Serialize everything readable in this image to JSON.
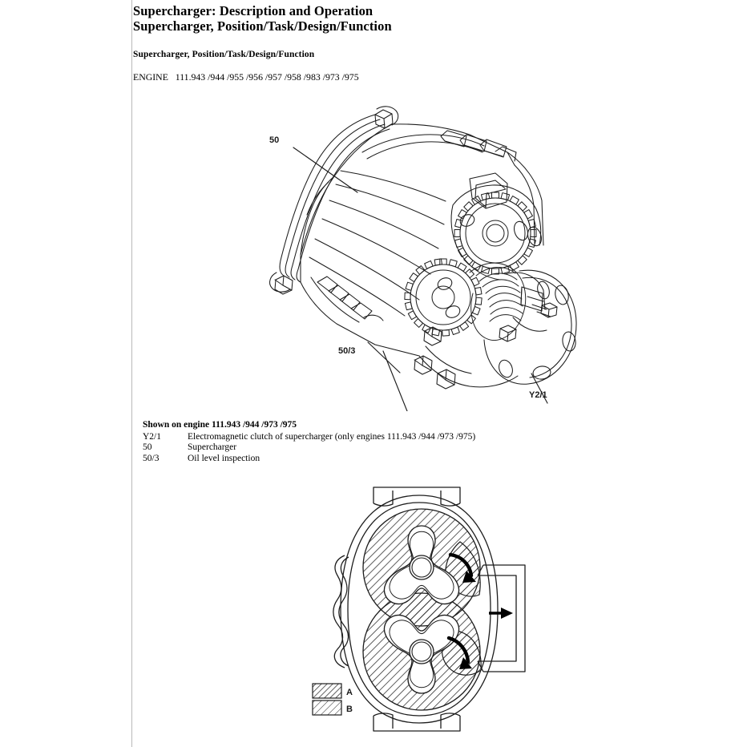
{
  "document": {
    "title_line_1": "Supercharger: Description and Operation",
    "title_line_2": "Supercharger, Position/Task/Design/Function",
    "section_heading": "Supercharger, Position/Task/Design/Function",
    "engine_label": "ENGINE",
    "engine_models": "111.943 /944 /955 /956 /957 /958 /983 /973 /975",
    "engine_line": "ENGINE   111.943 /944 /955 /956 /957 /958 /983 /973 /975"
  },
  "figure_assembly": {
    "name": "supercharger-assembly-illustration",
    "callouts": [
      {
        "id": "50",
        "label": "50"
      },
      {
        "id": "50/3",
        "label": "50/3"
      },
      {
        "id": "Y2/1",
        "label": "Y2/1"
      }
    ]
  },
  "legend": {
    "title": "Shown on engine 111.943 /944 /973 /975",
    "rows": [
      {
        "key": "Y2/1",
        "text": "Electromagnetic clutch of supercharger (only engines 111.943 /944 /973 /975)"
      },
      {
        "key": "50",
        "text": "Supercharger"
      },
      {
        "key": "50/3",
        "text": "Oil level inspection"
      }
    ]
  },
  "figure_section": {
    "name": "supercharger-rotor-cross-section",
    "hatch_legend": [
      {
        "key": "A",
        "pattern": "dense-diagonal-hatch"
      },
      {
        "key": "B",
        "pattern": "sparse-diagonal-hatch"
      }
    ],
    "flow_arrow": "outlet-flow-arrow-right",
    "rotation_arrows": [
      "upper-rotor-rotation-arrow",
      "lower-rotor-rotation-arrow"
    ]
  },
  "style": {
    "ink": "#1a1a1a",
    "rule": "#b9b9b9",
    "paper": "#ffffff"
  }
}
